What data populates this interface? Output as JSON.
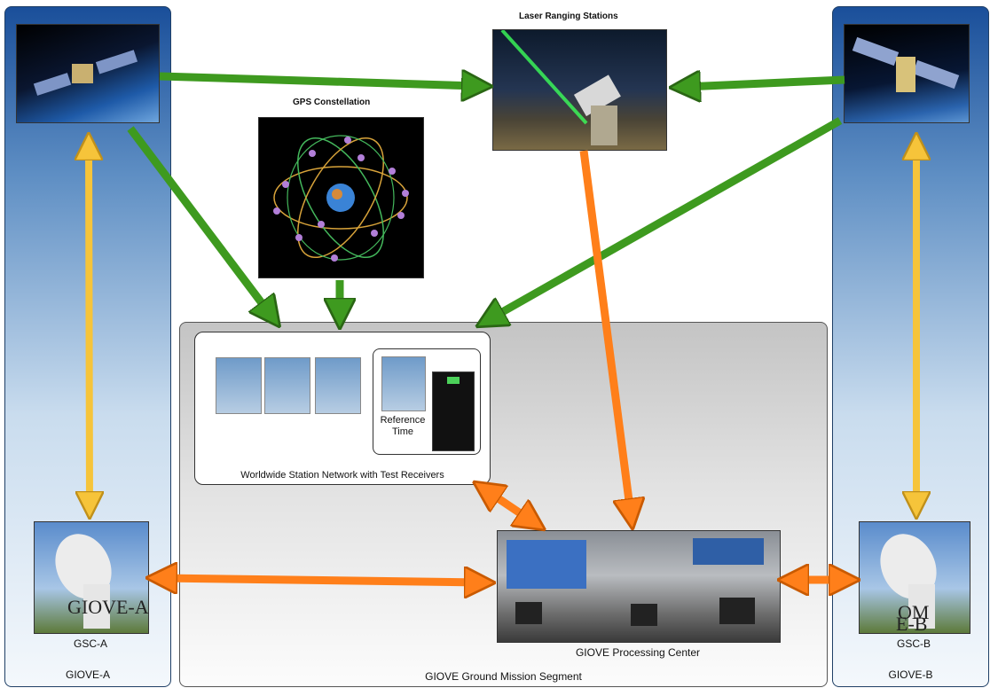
{
  "giove_a": {
    "gsc_label": "GSC-A",
    "name": "GIOVE-A",
    "overlay_text": "GIOVE-A"
  },
  "giove_b": {
    "gsc_label": "GSC-B",
    "name": "GIOVE-B",
    "overlay_text": "E-B",
    "overlay_text2": "OM"
  },
  "laser_stations": {
    "title": "Laser Ranging Stations"
  },
  "gps": {
    "title": "GPS Constellation"
  },
  "network": {
    "caption": "Worldwide Station Network with Test Receivers",
    "reference_time": "Reference\nTime"
  },
  "processing_center": {
    "caption": "GIOVE Processing Center"
  },
  "ground_segment": {
    "label": "GIOVE Ground Mission Segment"
  },
  "colors": {
    "green_arrow": "#3e9a1f",
    "orange_arrow": "#ff7f1a",
    "yellow_arrow": "#f6c43a",
    "column_blue": "#1a4f9a"
  }
}
